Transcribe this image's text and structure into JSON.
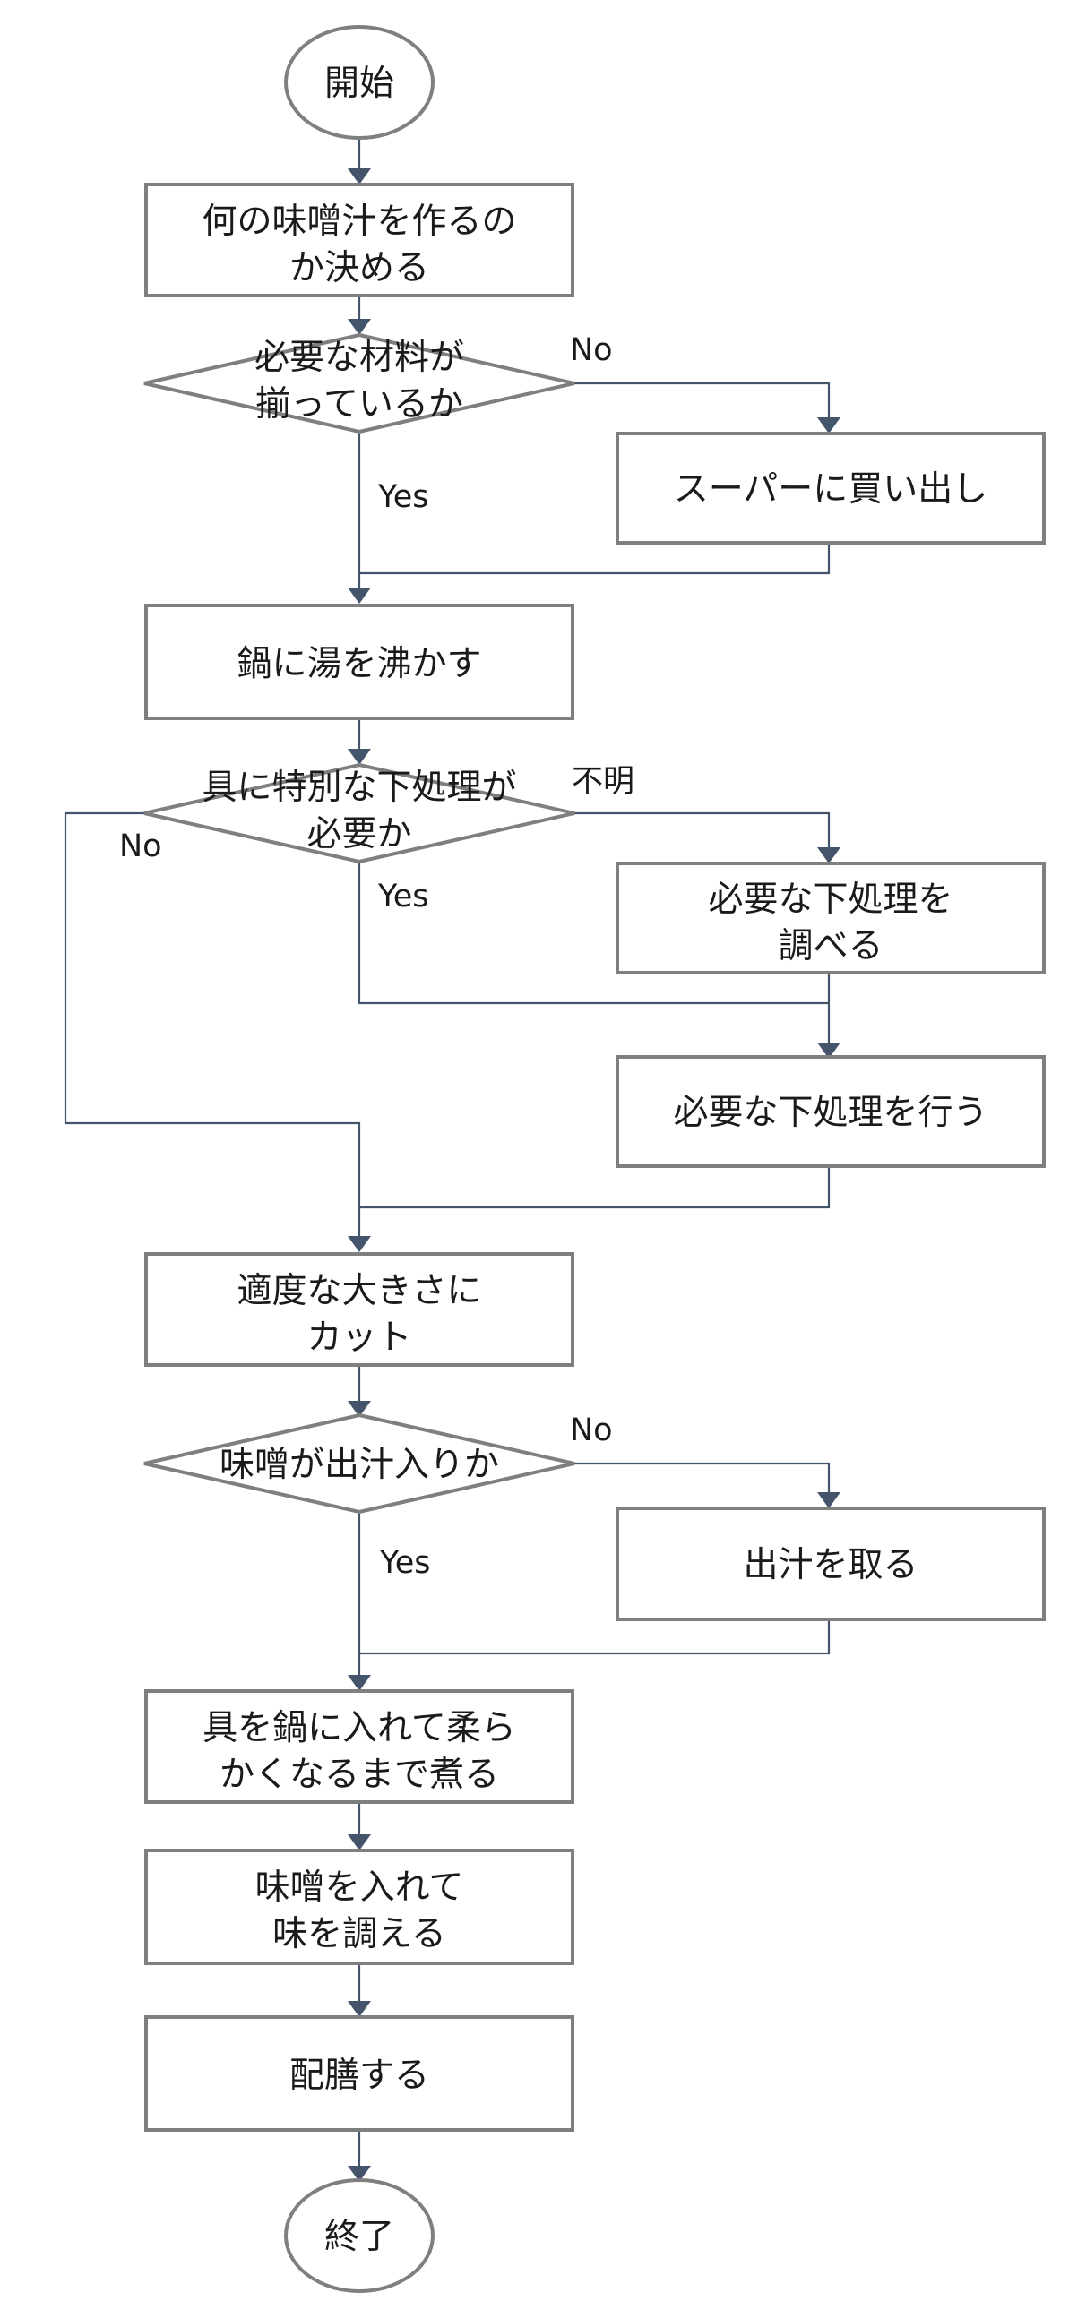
{
  "flowchart": {
    "nodes": {
      "start": [
        "開始"
      ],
      "decide_soup": [
        "何の味噌汁を作るの",
        "か決める"
      ],
      "check_ingredients": [
        "必要な材料が",
        "揃っているか"
      ],
      "shopping": [
        "スーパーに買い出し"
      ],
      "boil_water": [
        "鍋に湯を沸かす"
      ],
      "check_prep": [
        "具に特別な下処理が",
        "必要か"
      ],
      "research_prep": [
        "必要な下処理を",
        "調べる"
      ],
      "do_prep": [
        "必要な下処理を行う"
      ],
      "cut": [
        "適度な大きさに",
        "カット"
      ],
      "check_dashi": [
        "味噌が出汁入りか"
      ],
      "make_dashi": [
        "出汁を取る"
      ],
      "simmer": [
        "具を鍋に入れて柔ら",
        "かくなるまで煮る"
      ],
      "add_miso": [
        "味噌を入れて",
        "味を調える"
      ],
      "serve": [
        "配膳する"
      ],
      "end": [
        "終了"
      ]
    },
    "edge_labels": {
      "ingredients_no": "No",
      "ingredients_yes": "Yes",
      "prep_unknown": "不明",
      "prep_no": "No",
      "prep_yes": "Yes",
      "dashi_no": "No",
      "dashi_yes": "Yes"
    }
  }
}
